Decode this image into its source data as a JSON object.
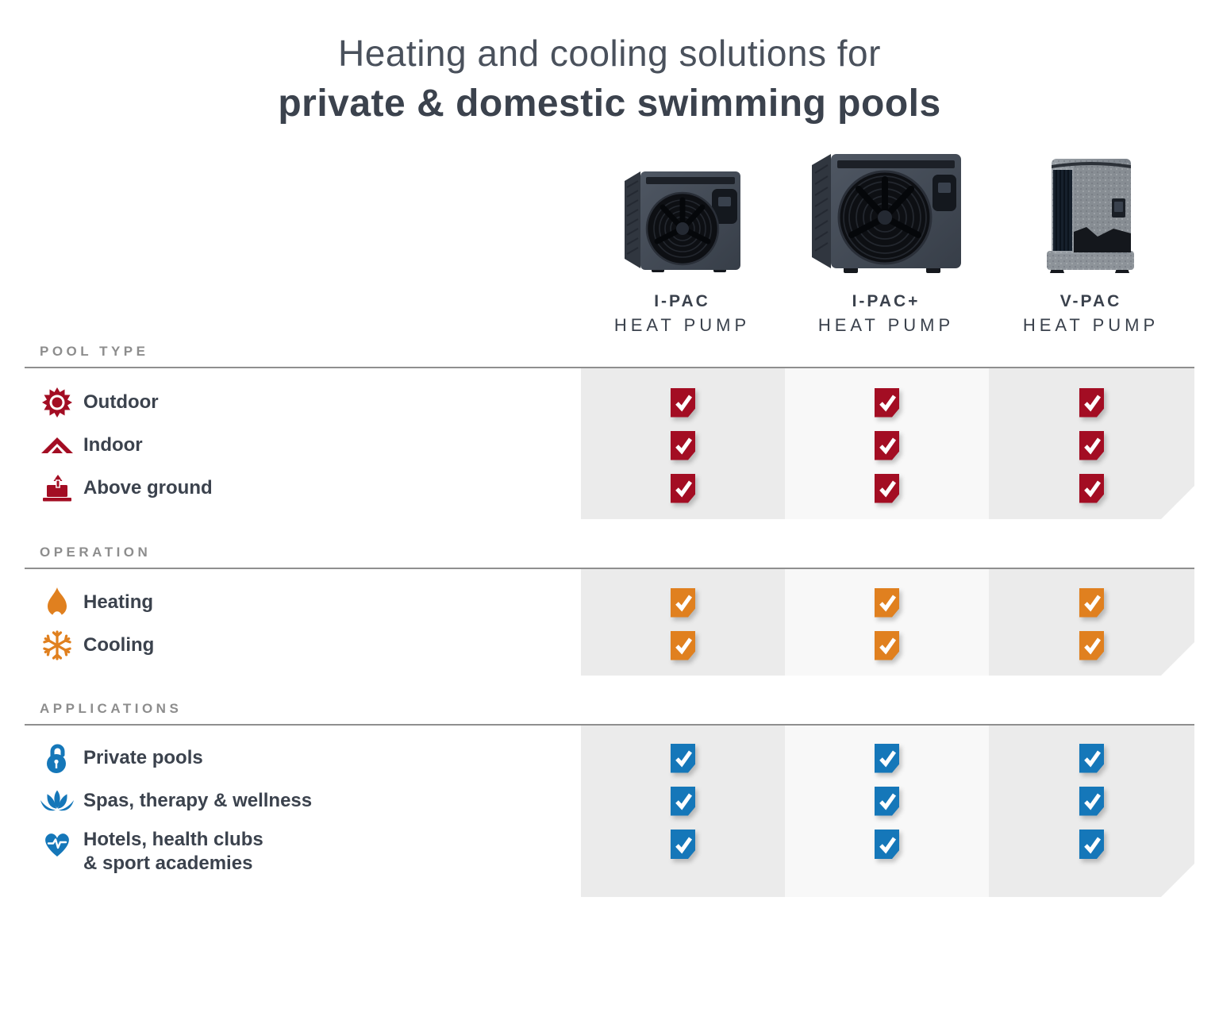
{
  "title": {
    "line1": "Heating and cooling solutions for",
    "line2": "private & domestic swimming pools"
  },
  "products": [
    {
      "name": "I-PAC",
      "type": "HEAT PUMP"
    },
    {
      "name": "I-PAC+",
      "type": "HEAT PUMP"
    },
    {
      "name": "V-PAC",
      "type": "HEAT PUMP"
    }
  ],
  "sections": [
    {
      "heading": "POOL TYPE",
      "accent_color": "#A30D23",
      "rows": [
        {
          "label": "Outdoor",
          "icon": "sun-icon",
          "checks": [
            true,
            true,
            true
          ]
        },
        {
          "label": "Indoor",
          "icon": "roof-icon",
          "checks": [
            true,
            true,
            true
          ]
        },
        {
          "label": "Above ground",
          "icon": "above-ground-pool-icon",
          "checks": [
            true,
            true,
            true
          ]
        }
      ]
    },
    {
      "heading": "OPERATION",
      "accent_color": "#E0801F",
      "rows": [
        {
          "label": "Heating",
          "icon": "flame-icon",
          "checks": [
            true,
            true,
            true
          ]
        },
        {
          "label": "Cooling",
          "icon": "snowflake-icon",
          "checks": [
            true,
            true,
            true
          ]
        }
      ]
    },
    {
      "heading": "APPLICATIONS",
      "accent_color": "#1577B9",
      "rows": [
        {
          "label": "Private pools",
          "icon": "padlock-icon",
          "checks": [
            true,
            true,
            true
          ]
        },
        {
          "label": "Spas, therapy & wellness",
          "icon": "lotus-icon",
          "checks": [
            true,
            true,
            true
          ]
        },
        {
          "label_line1": "Hotels, health clubs",
          "label_line2": "& sport academies",
          "icon": "heart-pulse-icon",
          "checks": [
            true,
            true,
            true
          ]
        }
      ]
    }
  ],
  "colors": {
    "pool_type_accent": "#A30D23",
    "operation_accent": "#E0801F",
    "applications_accent": "#1577B9",
    "column_bg": "#EBEBEB",
    "column_alt_bg": "#F8F8F8",
    "heading_gray": "#8d8d8d",
    "text_dark": "#3b424d"
  }
}
